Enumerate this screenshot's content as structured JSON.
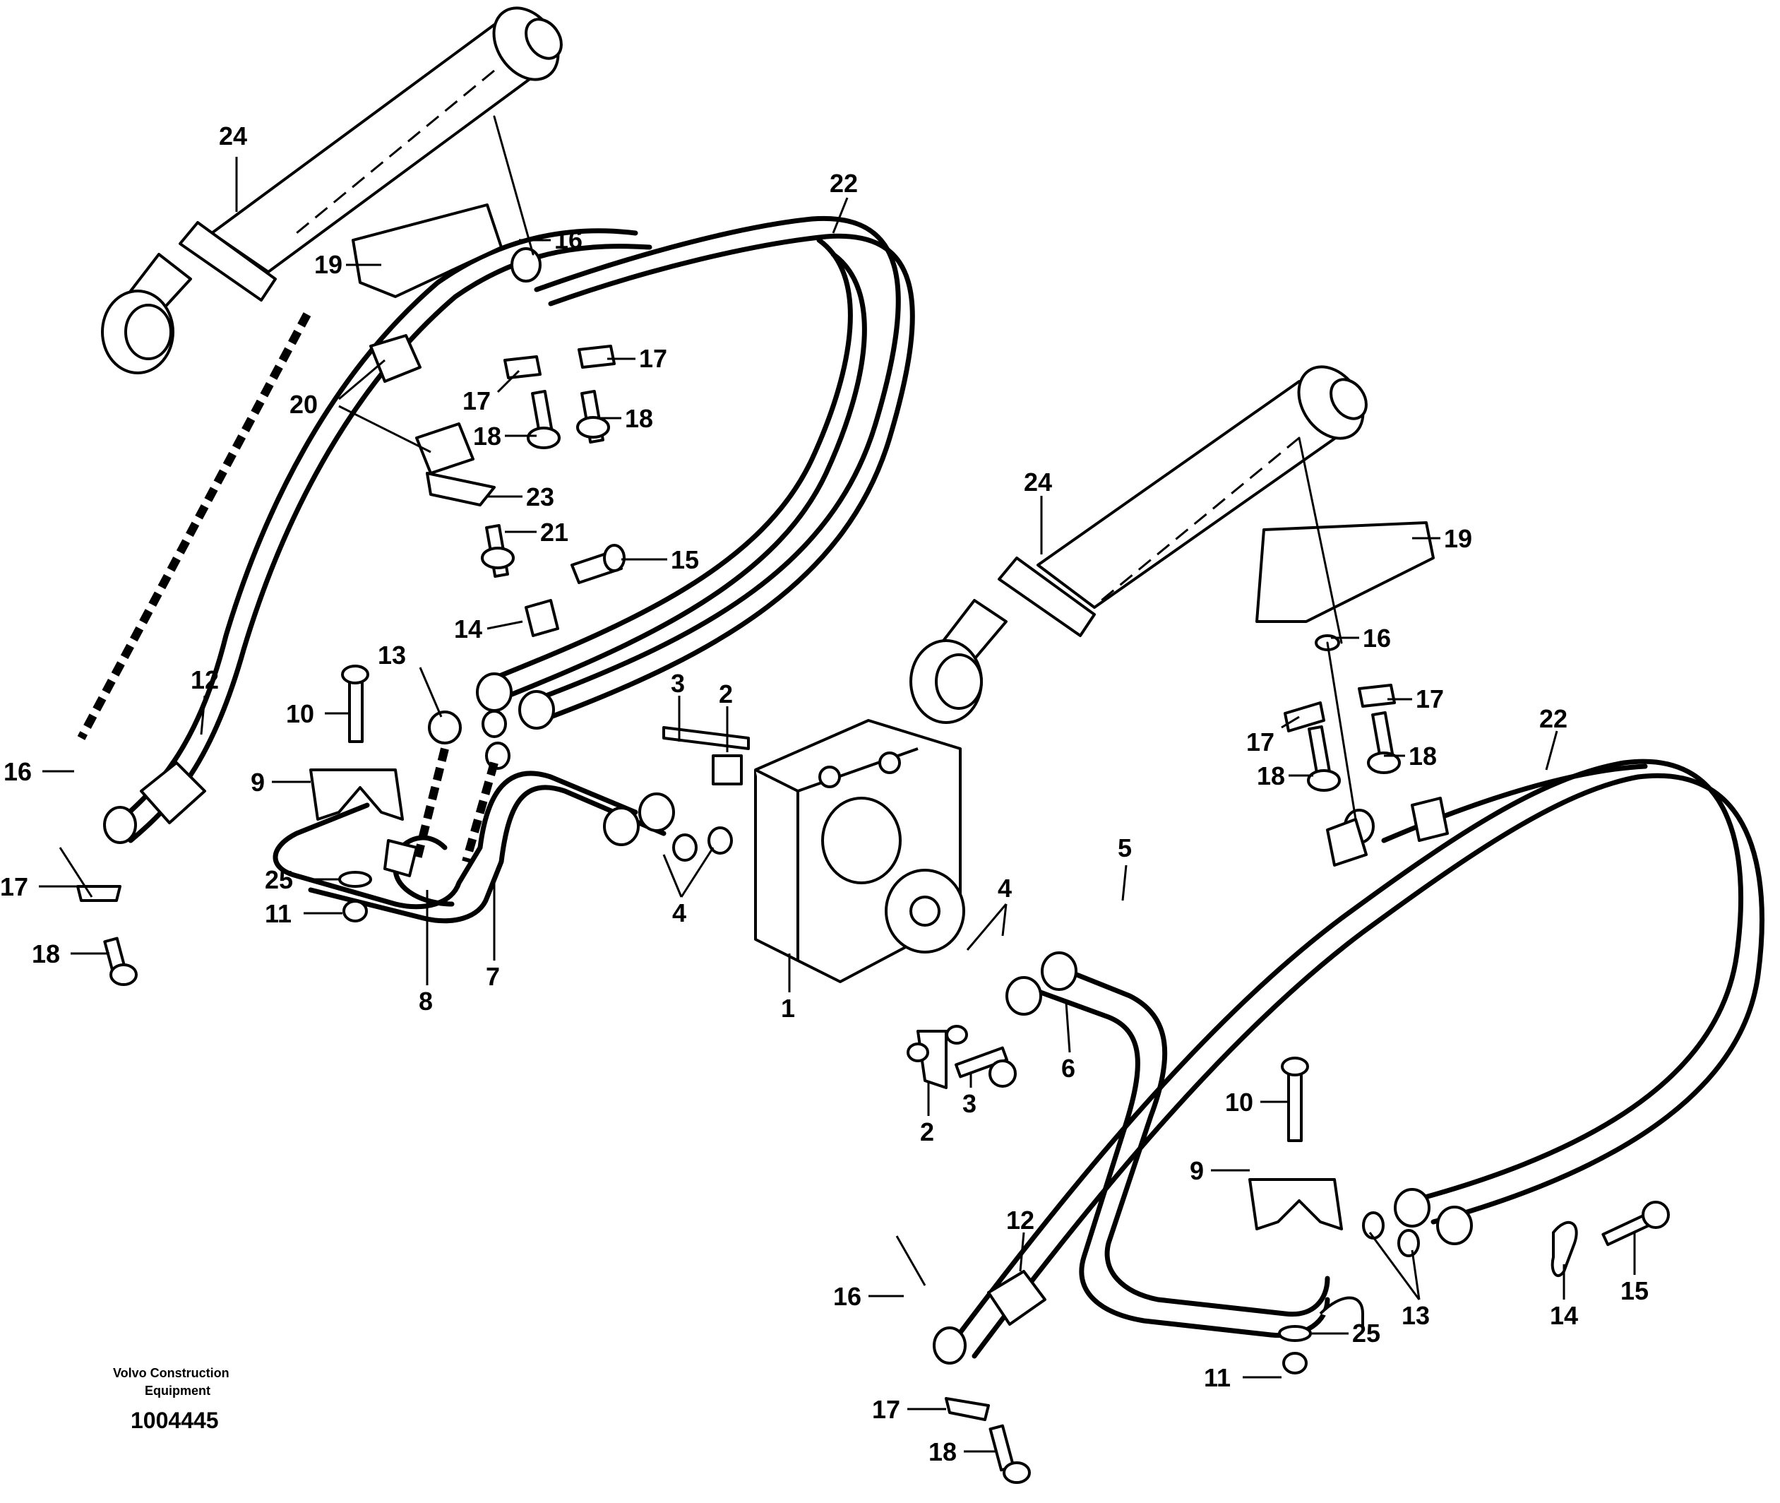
{
  "labels": {
    "l1": "1",
    "l2a": "2",
    "l2b": "2",
    "l3a": "3",
    "l3b": "3",
    "l4a": "4",
    "l4b": "4",
    "l5": "5",
    "l6": "6",
    "l7": "7",
    "l8": "8",
    "l9a": "9",
    "l9b": "9",
    "l10a": "10",
    "l10b": "10",
    "l11a": "11",
    "l11b": "11",
    "l12a": "12",
    "l12b": "12",
    "l13a": "13",
    "l13b": "13",
    "l14a": "14",
    "l14b": "14",
    "l15a": "15",
    "l15b": "15",
    "l16a": "16",
    "l16b": "16",
    "l16c": "16",
    "l16d": "16",
    "l17a": "17",
    "l17b": "17",
    "l17c": "17",
    "l17d": "17",
    "l17e": "17",
    "l17f": "17",
    "l18a": "18",
    "l18b": "18",
    "l18c": "18",
    "l18d": "18",
    "l18e": "18",
    "l18f": "18",
    "l19a": "19",
    "l19b": "19",
    "l20": "20",
    "l21": "21",
    "l22a": "22",
    "l22b": "22",
    "l23": "23",
    "l24a": "24",
    "l24b": "24",
    "l25a": "25",
    "l25b": "25"
  },
  "footer": {
    "company_line1": "Volvo Construction",
    "company_line2": "Equipment",
    "document_number": "1004445"
  }
}
